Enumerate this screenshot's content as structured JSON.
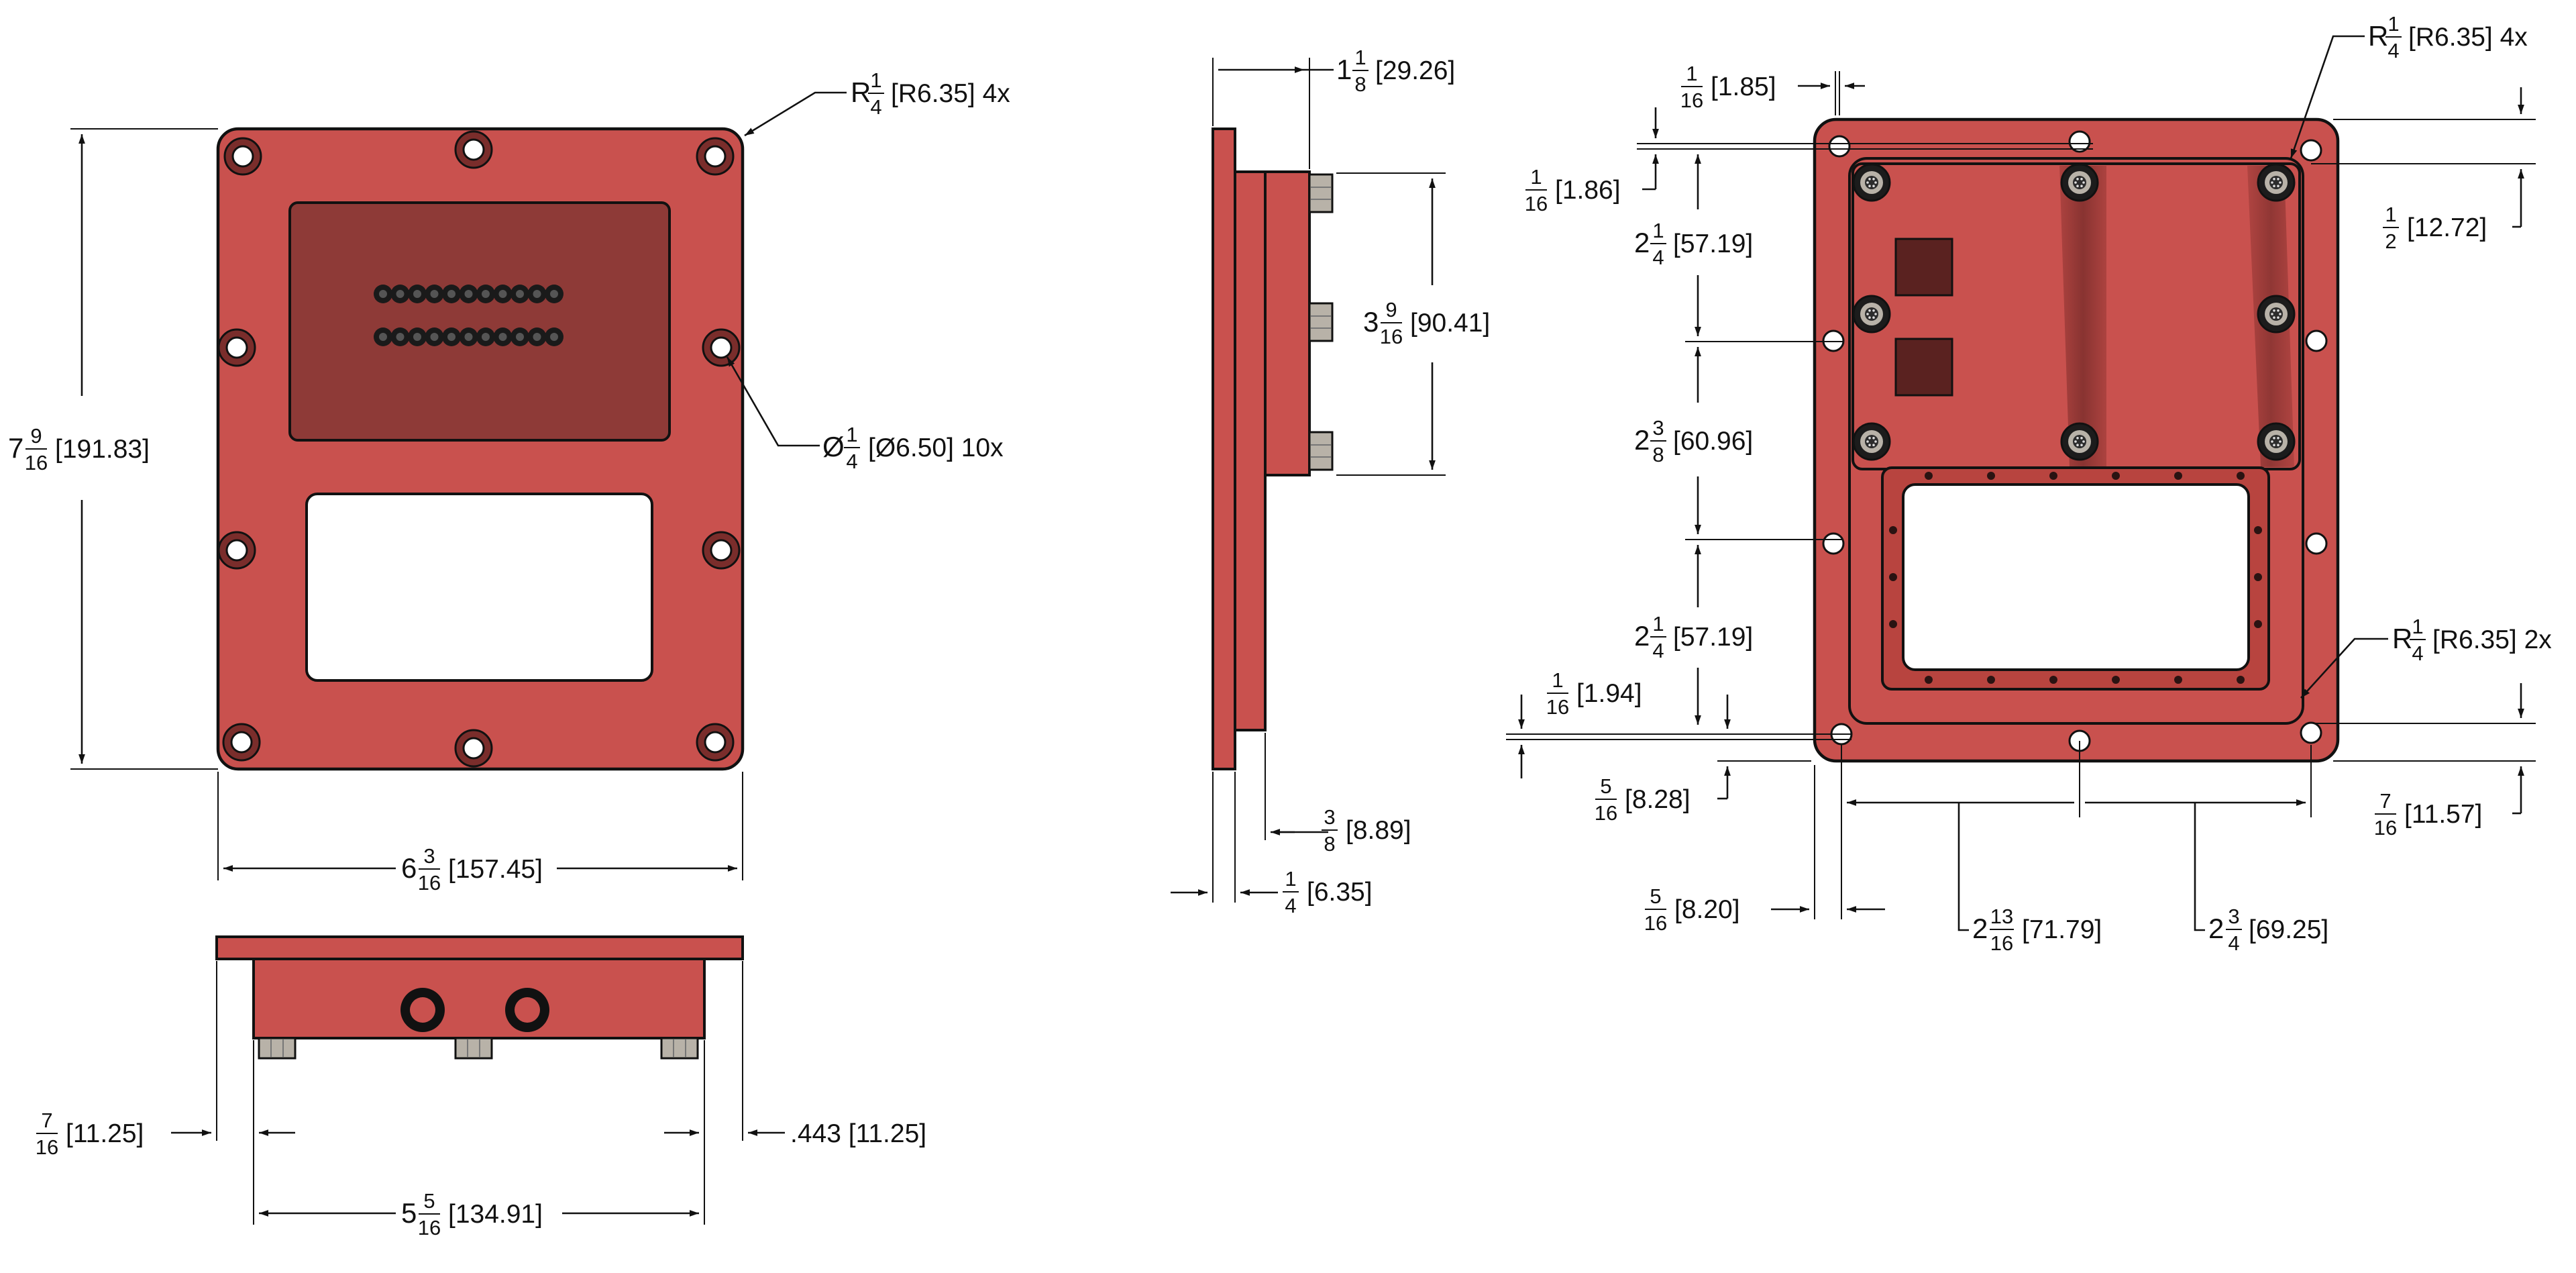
{
  "top_view": {
    "corner_radius": {
      "whole": "R",
      "num": "1",
      "den": "4",
      "mm": "[R6.35] 4x"
    },
    "hole_dia": {
      "whole": "Ø",
      "num": "1",
      "den": "4",
      "mm": "[Ø6.50] 10x"
    },
    "height": {
      "whole": "7",
      "num": "9",
      "den": "16",
      "mm": "[191.83]"
    },
    "width": {
      "whole": "6",
      "num": "3",
      "den": "16",
      "mm": "[157.45]"
    }
  },
  "bottom_view": {
    "left_offset": {
      "whole": "",
      "num": "7",
      "den": "16",
      "mm": "[11.25]"
    },
    "right_offset": {
      "text": ".443 [11.25]"
    },
    "inner_width": {
      "whole": "5",
      "num": "5",
      "den": "16",
      "mm": "[134.91]"
    }
  },
  "side_view": {
    "top_depth": {
      "whole": "1",
      "num": "1",
      "den": "8",
      "mm": "[29.26]"
    },
    "connector_span": {
      "whole": "3",
      "num": "9",
      "den": "16",
      "mm": "[90.41]"
    },
    "body_depth": {
      "whole": "",
      "num": "3",
      "den": "8",
      "mm": "[8.89]"
    },
    "flange_thickness": {
      "whole": "",
      "num": "1",
      "den": "4",
      "mm": "[6.35]"
    }
  },
  "back_view": {
    "corner_radius": {
      "whole": "R",
      "num": "1",
      "den": "4",
      "mm": "[R6.35] 4x"
    },
    "top_offset_a": {
      "whole": "",
      "num": "1",
      "den": "16",
      "mm": "[1.85]"
    },
    "top_offset_b": {
      "whole": "",
      "num": "1",
      "den": "16",
      "mm": "[1.86]"
    },
    "top_margin": {
      "whole": "",
      "num": "1",
      "den": "2",
      "mm": "[12.72]"
    },
    "span_a": {
      "whole": "2",
      "num": "1",
      "den": "4",
      "mm": "[57.19]"
    },
    "span_b": {
      "whole": "2",
      "num": "3",
      "den": "8",
      "mm": "[60.96]"
    },
    "span_c": {
      "whole": "2",
      "num": "1",
      "den": "4",
      "mm": "[57.19]"
    },
    "inner_radius": {
      "whole": "R",
      "num": "1",
      "den": "4",
      "mm": "[R6.35] 2x"
    },
    "bottom_offset": {
      "whole": "",
      "num": "1",
      "den": "16",
      "mm": "[1.94]"
    },
    "bottom_margin_left": {
      "whole": "",
      "num": "5",
      "den": "16",
      "mm": "[8.28]"
    },
    "bottom_margin_right": {
      "whole": "",
      "num": "7",
      "den": "16",
      "mm": "[11.57]"
    },
    "left_margin": {
      "whole": "",
      "num": "5",
      "den": "16",
      "mm": "[8.20]"
    },
    "hole_span_a": {
      "whole": "2",
      "num": "13",
      "den": "16",
      "mm": "[71.79]"
    },
    "hole_span_b": {
      "whole": "2",
      "num": "3",
      "den": "4",
      "mm": "[69.25]"
    }
  },
  "colors": {
    "plate_red": "#c9514e",
    "panel_dark": "#8e3a37",
    "outline": "#111111",
    "hardware": "#b8b2a8"
  }
}
